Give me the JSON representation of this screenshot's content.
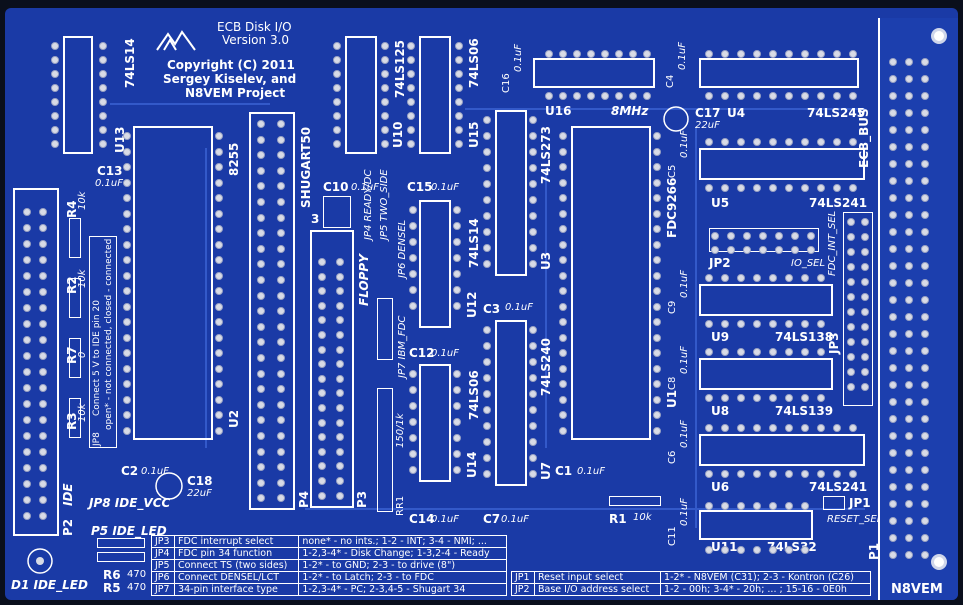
{
  "header": {
    "line1": "ECB Disk I/O",
    "line2": "Version 3.0",
    "line3": "Copyright (C) 2011",
    "line4": "Sergey Kiselev, and",
    "line5": "N8VEM Project"
  },
  "chips": {
    "u13": "U13",
    "ls14": "74LS14",
    "u10": "U10",
    "ls125": "74LS125",
    "u15": "U15",
    "ls06a": "74LS06",
    "u16": "U16",
    "mhz": "8MHz",
    "u4": "U4",
    "ls245": "74LS245",
    "ecb_bus": "ECB_BUS",
    "u2": "U2",
    "i8255": "8255",
    "u3": "U3",
    "ls273": "74LS273",
    "fdc": "FDC9266",
    "u5": "U5",
    "ls241a": "74LS241",
    "u12": "U12",
    "ls14b": "74LS14",
    "u9": "U9",
    "ls138": "74LS138",
    "u8": "U8",
    "ls139": "74LS139",
    "ls240": "74LS240",
    "u1": "U1",
    "u14": "U14",
    "ls06b": "74LS06",
    "u7": "U7",
    "u6": "U6",
    "ls241b": "74LS241",
    "u11": "U11",
    "ls32": "74LS32"
  },
  "caps": {
    "c13": "C13",
    "c13v": "0.1uF",
    "c10": "C10",
    "c10v": "0.1uF",
    "c15": "C15",
    "c15v": "0.1uF",
    "c16": "C16",
    "c16v": "0.1uF",
    "c4": "C4",
    "c4v": "0.1uF",
    "c17": "C17",
    "c17v": "22uF",
    "c5": "C5",
    "c5v": "0.1uF",
    "c3": "C3",
    "c3v": "0.1uF",
    "c12": "C12",
    "c12v": "0.1uF",
    "c9": "C9",
    "c9v": "0.1uF",
    "c8": "C8",
    "c8v": "0.1uF",
    "c6": "C6",
    "c6v": "0.1uF",
    "c2": "C2",
    "c2v": "0.1uF",
    "c18": "C18",
    "c18v": "22uF",
    "c1": "C1",
    "c1v": "0.1uF",
    "c14": "C14",
    "c14v": "0.1uF",
    "c7": "C7",
    "c7v": "0.1uF",
    "c11": "C11",
    "c11v": "0.1uF"
  },
  "misc": {
    "r4": "R4",
    "r4v": "10k",
    "r2": "R2",
    "r2v": "10k",
    "r7": "R7",
    "r7v": "0",
    "r3": "R3",
    "r3v": "10k",
    "jp8_note1": "Connect 5 V to IDE pin 20",
    "jp8_note2": "open* - not connected, closed - connected",
    "jp8": "JP8",
    "p2": "P2",
    "ide": "IDE",
    "jp8_ide_vcc": "JP8 IDE_VCC",
    "p5_ide_led": "P5 IDE_LED",
    "d1": "D1 IDE_LED",
    "r6": "R6",
    "r6v": "470",
    "r5": "R5",
    "r5v": "470",
    "shugart": "SHUGART50",
    "floppy": "FLOPPY",
    "p4": "P4",
    "p3": "P3",
    "jp4": "JP4 READY/DC",
    "jp5": "JP5 TWO_SIDE",
    "jp6": "JP6 DENSEL",
    "jp7": "JP7 IBM_FDC",
    "num3": "3",
    "rr1": "RR1",
    "rr1v": "150/1k",
    "jp2": "JP2",
    "io_sel": "IO_SEL",
    "fdc_int_sel": "FDC_INT_SEL",
    "jp3": "JP3",
    "jp1": "JP1",
    "reset_sel": "RESET_SEL",
    "r1": "R1",
    "r1v": "10k",
    "p1": "P1",
    "n8vem": "N8VEM"
  },
  "jumper_table": {
    "rows": [
      [
        "JP3",
        "FDC interrupt select",
        "none* - no ints.; 1-2 - INT; 3-4 - NMI; ..."
      ],
      [
        "JP4",
        "FDC pin 34 function",
        "1-2,3-4* - Disk Change; 1-3,2-4 - Ready"
      ],
      [
        "JP5",
        "Connect TS (two sides)",
        "1-2* - to GND; 2-3 - to drive (8\")"
      ],
      [
        "JP6",
        "Connect DENSEL/LCT",
        "1-2* - to Latch; 2-3 - to FDC"
      ],
      [
        "JP7",
        "34-pin interface type",
        "1-2,3-4* - PC; 2-3,4-5 - Shugart 34"
      ]
    ]
  },
  "jp_table2": {
    "rows": [
      [
        "JP1",
        "Reset input select",
        "1-2* - N8VEM (C31); 2-3 - Kontron (C26)"
      ],
      [
        "JP2",
        "Base I/O address select",
        "1-2 - 00h; 3-4* - 20h; ... ; 15-16 - 0E0h"
      ]
    ]
  },
  "colors": {
    "board": "#1a3aa6",
    "silkscreen": "#ffffff",
    "pad": "#d8dbe6"
  }
}
